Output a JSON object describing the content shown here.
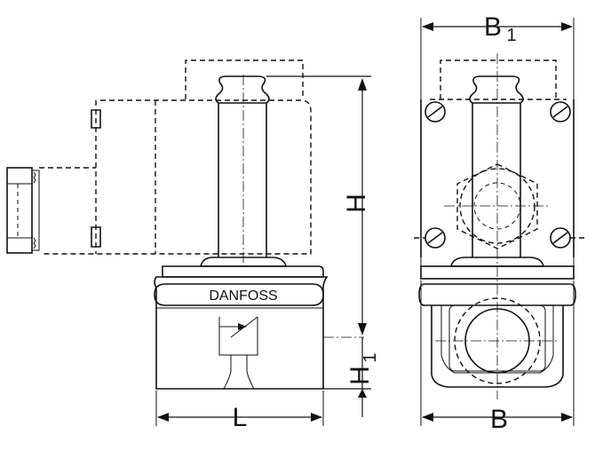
{
  "brand_label": "DANFOSS",
  "dimensions": {
    "b1": {
      "main": "B",
      "sub": "1"
    },
    "h": {
      "main": "H"
    },
    "h1": {
      "main": "H",
      "sub": "1"
    },
    "l": {
      "main": "L"
    },
    "b": {
      "main": "B"
    }
  }
}
